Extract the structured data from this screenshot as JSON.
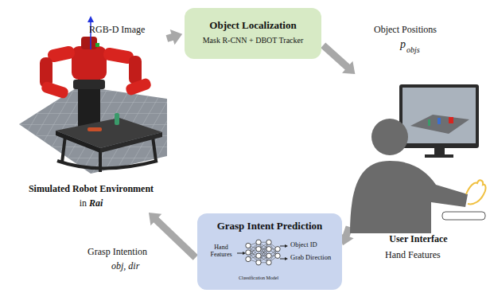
{
  "diagram": {
    "nodes": [
      {
        "text": [
          "Simulated Robot Environment",
          "in",
          "Rai"
        ]
      },
      {
        "text": [
          "Object Localization",
          "Mask R-CNN + DBOT Tracker"
        ]
      },
      {
        "text": [
          "User Interface"
        ]
      },
      {
        "text": [
          "Grasp Intent Prediction"
        ]
      }
    ],
    "edges": [
      {
        "from": 0,
        "to": 1,
        "arrow": "to",
        "label": "RGB-D Image"
      },
      {
        "from": 1,
        "to": 2,
        "arrow": "to",
        "label": "Object Positions"
      },
      {
        "from": 2,
        "to": 3,
        "arrow": "to",
        "label": "Hand Features"
      },
      {
        "from": 3,
        "to": 0,
        "arrow": "to",
        "label": "Grasp Intention"
      }
    ],
    "labels": [
      "p",
      "objs",
      "obj, dir",
      "Hand Features",
      "Object ID",
      "Grab Direction",
      "Classification Model"
    ]
  }
}
